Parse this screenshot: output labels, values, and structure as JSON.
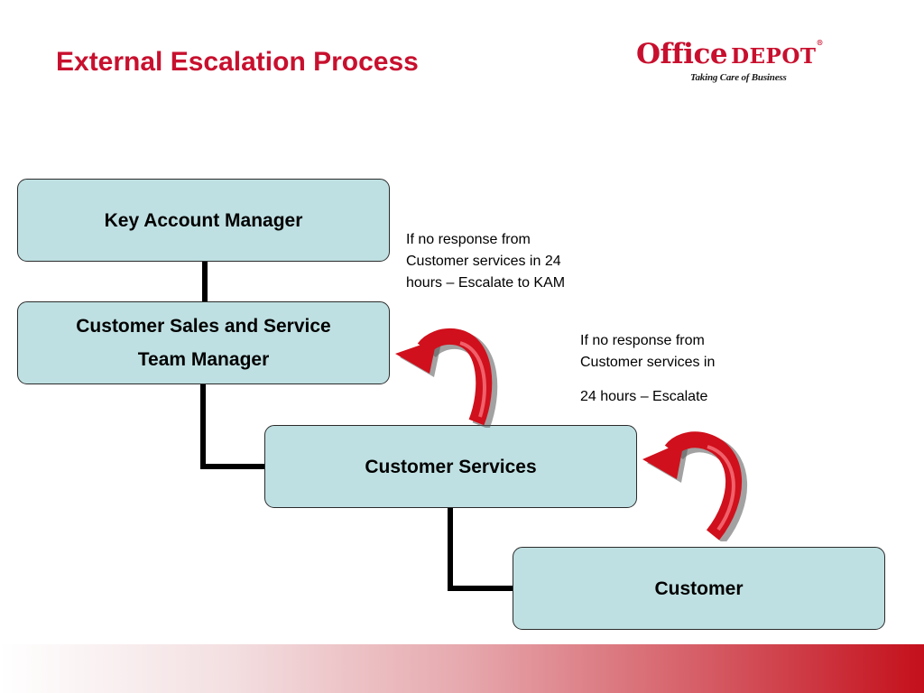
{
  "slide": {
    "title": "External Escalation Process"
  },
  "logo": {
    "word1": "Office",
    "word2": "DEPOT",
    "mark": "®",
    "tagline": "Taking Care of Business"
  },
  "diagram": {
    "nodes": [
      {
        "lines": [
          "Key Account Manager"
        ]
      },
      {
        "lines": [
          "Customer Sales and Service",
          "Team Manager"
        ]
      },
      {
        "lines": [
          "Customer Services"
        ]
      },
      {
        "lines": [
          "Customer"
        ]
      }
    ],
    "notes": {
      "upper": "If no response from Customer services in 24 hours – Escalate to KAM",
      "lower_line1": "If no response from Customer services in",
      "lower_line2": "24 hours – Escalate"
    },
    "arrows": [
      {
        "from": "Customer Services",
        "to": "Customer Sales and Service Team Manager",
        "icon": "curved-arrow-icon"
      },
      {
        "from": "Customer",
        "to": "Customer Services",
        "icon": "curved-arrow-icon"
      }
    ]
  },
  "colors": {
    "title": "#c8102e",
    "box_fill": "#bfe0e2",
    "arrow": "#d0101c",
    "footer_band_end": "#c4101c"
  }
}
